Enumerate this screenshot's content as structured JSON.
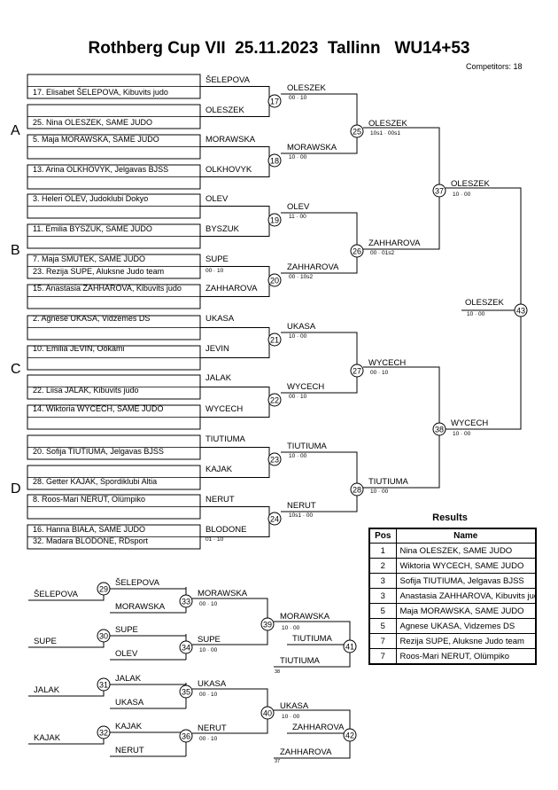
{
  "header": {
    "title": "Rothberg Cup VII  25.11.2023  Tallinn   WU14+53",
    "competitors": "Competitors: 18"
  },
  "pools": [
    "A",
    "B",
    "C",
    "D"
  ],
  "entries": [
    {
      "label": "17. Elisabet ŠELEPOVA, Kibuvits judo",
      "short": "ŠELEPOVA"
    },
    {
      "label": "25. Nina OLESZEK, SAME JUDO",
      "short": "OLESZEK"
    },
    {
      "label": "5. Maja MORAWSKA, SAME JUDO",
      "short": "MORAWSKA"
    },
    {
      "label": "13. Arina OLKHOVYK, Jelgavas BJSS",
      "short": "OLKHOVYK"
    },
    {
      "label": "3. Heleri OLEV, Judoklubi Dokyo",
      "short": "OLEV"
    },
    {
      "label": "11. Emilia BYSZUK, SAME JUDO",
      "short": "BYSZUK"
    },
    {
      "label": "7. Maja SMUTEK, SAME JUDO",
      "short": ""
    },
    {
      "label": "23. Rezija SUPE, Aluksne Judo team",
      "short": "SUPE"
    },
    {
      "label": "15. Anastasia ZAHHAROVA, Kibuvits judo",
      "short": "ZAHHAROVA"
    },
    {
      "label": "2. Agnese UKASA, Vidzemes DS",
      "short": "UKASA"
    },
    {
      "label": "10. Emilia JEVIN, Ookami",
      "short": "JEVIN"
    },
    {
      "label": "22. Liisa JALAK, Kibuvits judo",
      "short": "JALAK"
    },
    {
      "label": "14. Wiktoria WYCECH, SAME JUDO",
      "short": "WYCECH"
    },
    {
      "label": "20. Sofija TIUTIUMA, Jelgavas BJSS",
      "short": "TIUTIUMA"
    },
    {
      "label": "28. Getter KAJAK, Spordiklubi Altia",
      "short": "KAJAK"
    },
    {
      "label": "8. Roos-Mari NERUT, Olümpiko",
      "short": "NERUT"
    },
    {
      "label": "16. Hanna BIAŁA, SAME JUDO",
      "short": ""
    },
    {
      "label": "32. Madara BLODONE, RDsport",
      "short": "BLODONE"
    }
  ],
  "extra_scores": {
    "supe": "00 · 10",
    "blodone": "01 · 10"
  },
  "matches": [
    {
      "num": "17",
      "winner": "OLESZEK",
      "score": "00 · 10"
    },
    {
      "num": "18",
      "winner": "MORAWSKA",
      "score": "10 · 00"
    },
    {
      "num": "19",
      "winner": "OLEV",
      "score": "11 · 00"
    },
    {
      "num": "20",
      "winner": "ZAHHAROVA",
      "score": "00 · 10s2"
    },
    {
      "num": "21",
      "winner": "UKASA",
      "score": "10 · 00"
    },
    {
      "num": "22",
      "winner": "WYCECH",
      "score": "00 · 10"
    },
    {
      "num": "23",
      "winner": "TIUTIUMA",
      "score": "10 · 00"
    },
    {
      "num": "24",
      "winner": "NERUT",
      "score": "10s1 · 00"
    },
    {
      "num": "25",
      "winner": "OLESZEK",
      "score": "10s1 · 00s1"
    },
    {
      "num": "26",
      "winner": "ZAHHAROVA",
      "score": "00 · 01s2"
    },
    {
      "num": "27",
      "winner": "WYCECH",
      "score": "00 · 10"
    },
    {
      "num": "28",
      "winner": "TIUTIUMA",
      "score": "10 · 00"
    },
    {
      "num": "37",
      "winner": "OLESZEK",
      "score": "10 · 00"
    },
    {
      "num": "38",
      "winner": "WYCECH",
      "score": "10 · 00"
    },
    {
      "num": "43",
      "winner": "OLESZEK",
      "score": "10 · 00"
    }
  ],
  "repechage": [
    {
      "num": "29",
      "left": "ŠELEPOVA",
      "top": "ŠELEPOVA",
      "bottom": "MORAWSKA"
    },
    {
      "num": "30",
      "left": "SUPE",
      "top": "SUPE",
      "bottom": "OLEV"
    },
    {
      "num": "31",
      "left": "JALAK",
      "top": "JALAK",
      "bottom": "UKASA"
    },
    {
      "num": "32",
      "left": "KAJAK",
      "top": "KAJAK",
      "bottom": "NERUT"
    }
  ],
  "rep_matches": [
    {
      "num": "33",
      "winner": "MORAWSKA",
      "score": "00 · 10"
    },
    {
      "num": "34",
      "winner": "SUPE",
      "score": "10 · 00"
    },
    {
      "num": "35",
      "winner": "UKASA",
      "score": "00 · 10"
    },
    {
      "num": "36",
      "winner": "NERUT",
      "score": "00 · 10"
    },
    {
      "num": "39",
      "winner": "MORAWSKA",
      "score": "10 · 00"
    },
    {
      "num": "40",
      "winner": "UKASA",
      "score": "10 · 00"
    },
    {
      "num": "41",
      "top": "TIUTIUMA",
      "bottom": "TIUTIUMA",
      "sub": "38"
    },
    {
      "num": "42",
      "top": "ZAHHAROVA",
      "bottom": "ZAHHAROVA",
      "sub": "37"
    }
  ],
  "results": {
    "title": "Results",
    "headers": {
      "pos": "Pos",
      "name": "Name"
    },
    "rows": [
      {
        "pos": "1",
        "name": "Nina OLESZEK, SAME JUDO"
      },
      {
        "pos": "2",
        "name": "Wiktoria WYCECH, SAME JUDO"
      },
      {
        "pos": "3",
        "name": "Sofija TIUTIUMA, Jelgavas BJSS"
      },
      {
        "pos": "3",
        "name": "Anastasia ZAHHAROVA, Kibuvits judo"
      },
      {
        "pos": "5",
        "name": "Maja MORAWSKA, SAME JUDO"
      },
      {
        "pos": "5",
        "name": "Agnese UKASA, Vidzemes DS"
      },
      {
        "pos": "7",
        "name": "Rezija SUPE, Aluksne Judo team"
      },
      {
        "pos": "7",
        "name": "Roos-Mari NERUT, Olümpiko"
      }
    ]
  }
}
